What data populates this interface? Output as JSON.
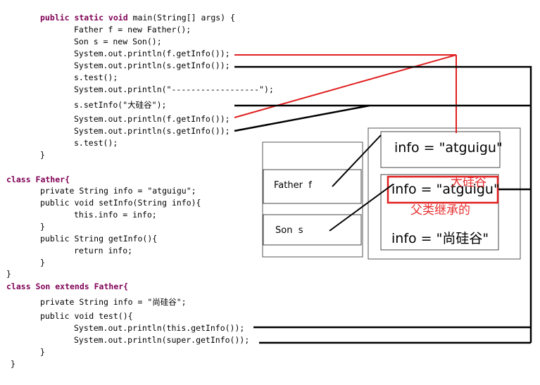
{
  "code": {
    "l1_sig": "public static void main(String[] args) {",
    "l2": "Father f = new Father();",
    "l3": "Son s = new Son();",
    "l4": "System.out.println(f.getInfo());",
    "l5": "System.out.println(s.getInfo());",
    "l6": "s.test();",
    "l7": "System.out.println(\"------------------\");",
    "l8": "s.setInfo(\"大硅谷\");",
    "l9": "System.out.println(f.getInfo());",
    "l10": "System.out.println(s.getInfo());",
    "l11": "s.test();",
    "l12": "}",
    "l13": "class Father{",
    "l14": "private String info = \"atguigu\";",
    "l15": "public void setInfo(String info){",
    "l16": "this.info = info;",
    "l17": "}",
    "l18": "public String getInfo(){",
    "l19": "return info;",
    "l20": "}",
    "l21": "}",
    "l22": "class Son extends Father{",
    "l23": "private String info = \"尚硅谷\";",
    "l24": "public void test(){",
    "l25": "System.out.println(this.getInfo());",
    "l26": "System.out.println(super.getInfo());",
    "l27": "}",
    "l28": "}"
  },
  "diagram": {
    "stack_father": "Father  f",
    "stack_son": "Son  s",
    "father_obj_info": "info = \"atguigu\"",
    "son_parent_info": "info = \"atguigu\"",
    "son_own_info": "info = \"尚硅谷\"",
    "red_overwrite": "大硅谷",
    "red_note": "父类继承的"
  },
  "colors": {
    "keyword": "#7f0055",
    "field": "#0000c0",
    "string": "#2a00ff",
    "annotation": "#e83030"
  }
}
